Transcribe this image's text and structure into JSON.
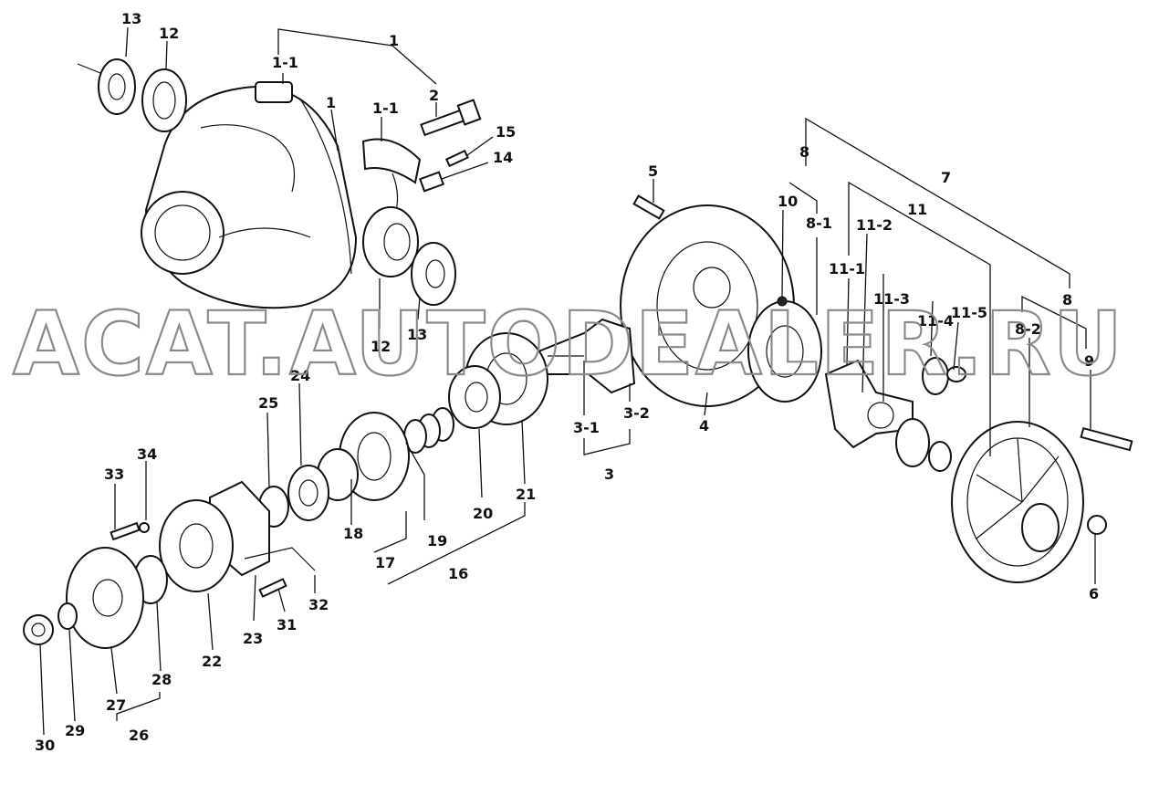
{
  "watermark": "ACAT.AUTODEALER.RU",
  "labels": {
    "l13a": "13",
    "l12a": "12",
    "l1top": "1",
    "l1_1a": "1-1",
    "l2": "2",
    "l1mid": "1",
    "l1_1b": "1-1",
    "l15": "15",
    "l14": "14",
    "l12b": "12",
    "l13b": "13",
    "l5": "5",
    "l8a": "8",
    "l7": "7",
    "l10": "10",
    "l8_1": "8-1",
    "l11": "11",
    "l11_2": "11-2",
    "l11_1": "11-1",
    "l11_3": "11-3",
    "l11_4": "11-4",
    "l11_5": "11-5",
    "l8b": "8",
    "l8_2": "8-2",
    "l9": "9",
    "l6": "6",
    "l4": "4",
    "l3_1": "3-1",
    "l3_2": "3-2",
    "l3": "3",
    "l24": "24",
    "l25": "25",
    "l18": "18",
    "l17": "17",
    "l19": "19",
    "l20": "20",
    "l21": "21",
    "l16": "16",
    "l33": "33",
    "l34": "34",
    "l23": "23",
    "l31": "31",
    "l32": "32",
    "l22": "22",
    "l28": "28",
    "l27": "27",
    "l26": "26",
    "l29": "29",
    "l30": "30"
  }
}
